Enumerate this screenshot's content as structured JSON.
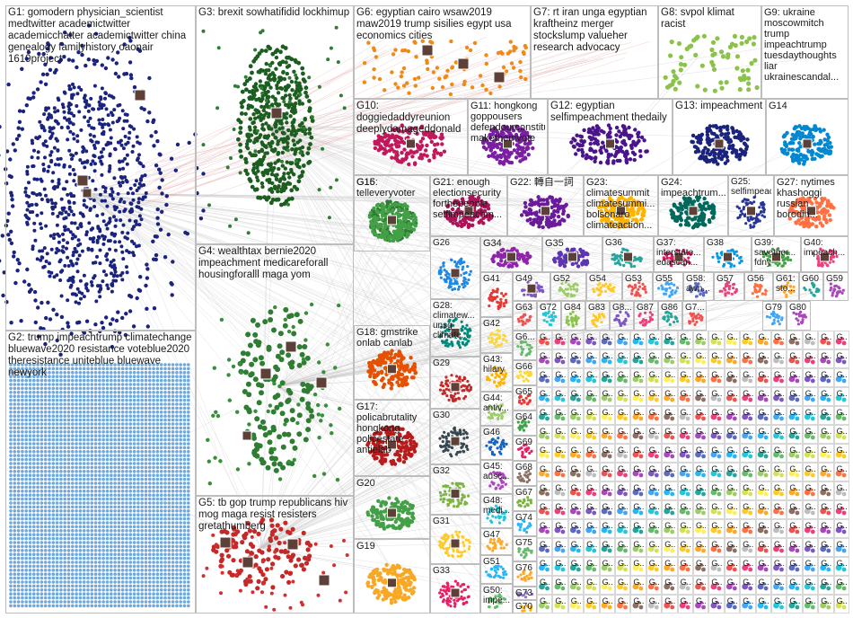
{
  "groups": [
    {
      "id": "G1",
      "label": "G1: gomodern physician_scientist medtwitter academictwitter academicchatter academictwitter china genealogy familyhistory oaonair 1619project",
      "color": "#1a237e"
    },
    {
      "id": "G2",
      "label": "G2: trump impeachtrump climatechange bluewave2020 resistance voteblue2020 theresistance uniteblue bluewave newyork",
      "color": "#6fa8dc"
    },
    {
      "id": "G3",
      "label": "G3: brexit sowhatifidid lockhimup",
      "color": "#1b5e20"
    },
    {
      "id": "G4",
      "label": "G4: wealthtax bernie2020 impeachment medicareforall housingforalll maga yom",
      "color": "#2e7d32"
    },
    {
      "id": "G5",
      "label": "G5: tb gop trump republicans hiv mog maga resist resisters gretathumberg",
      "color": "#c62828"
    },
    {
      "id": "G6",
      "label": "G6: egyptian cairo wsaw2019 maw2019 trump sisilies egypt usa economics cities",
      "color": "#ef8a17"
    },
    {
      "id": "G7",
      "label": "G7: rt iran unga egyptian kraftheinz merger stockslump valueher research advocacy",
      "color": "#f2c12e"
    },
    {
      "id": "G8",
      "label": "G8: svpol klimat racist",
      "color": "#8bc34a"
    },
    {
      "id": "G9",
      "label": "G9: ukraine moscowmitch trump impeachtrump tuesdaythoughts liar ukrainescandal...",
      "color": "#43a047"
    },
    {
      "id": "G10",
      "label": "G10: doggiedaddyreunion deeplydamageddonald",
      "color": "#c2185b"
    },
    {
      "id": "G11",
      "label": "G11: hongkong goppousers defendourconstitution makethemvote",
      "color": "#7b1fa2"
    },
    {
      "id": "G12",
      "label": "G12: egyptian selfimpeachment thedaily",
      "color": "#4a148c"
    },
    {
      "id": "G13",
      "label": "G13: impeachment",
      "color": "#1a237e"
    },
    {
      "id": "G14",
      "label": "G14",
      "color": "#0288d1"
    },
    {
      "id": "G15",
      "label": "G15: telleveryvoter",
      "color": "#2e7d32"
    },
    {
      "id": "G16",
      "label": "G16",
      "color": "#43a047"
    },
    {
      "id": "G17",
      "label": "G17: policabrutality hongkong policestate antielab",
      "color": "#b71c1c"
    },
    {
      "id": "G18",
      "label": "G18: gmstrike onlab canlab",
      "color": "#e65100"
    },
    {
      "id": "G19",
      "label": "G19",
      "color": "#f9a825"
    },
    {
      "id": "G20",
      "label": "G20",
      "color": "#43a047"
    },
    {
      "id": "G21",
      "label": "G21: enough electionsecurity forthepeople selfimpeachm...",
      "color": "#ad1457"
    },
    {
      "id": "G22",
      "label": "G22: 轉自一詞",
      "color": "#6a1b9a"
    },
    {
      "id": "G23",
      "label": "G23: climatesummit climatesummi... bolsonaro climateaction...",
      "color": "#ffb300"
    },
    {
      "id": "G24",
      "label": "G24: impeachtrum...",
      "color": "#00695c"
    },
    {
      "id": "G25",
      "label": "G25: selfimpeach...",
      "color": "#283593"
    },
    {
      "id": "G26",
      "label": "G26",
      "color": "#1e88e5"
    },
    {
      "id": "G27",
      "label": "G27: nytimes khashoggi russian borodin...",
      "color": "#ff7043"
    },
    {
      "id": "G28",
      "label": "G28: climatew... unsg climate...",
      "color": "#00897b"
    },
    {
      "id": "G29",
      "label": "G29",
      "color": "#c62828"
    },
    {
      "id": "G30",
      "label": "G30",
      "color": "#37474f"
    },
    {
      "id": "G31",
      "label": "G31",
      "color": "#ffca28"
    },
    {
      "id": "G32",
      "label": "G32",
      "color": "#7cb342"
    },
    {
      "id": "G33",
      "label": "G33",
      "color": "#e91e63"
    },
    {
      "id": "G34",
      "label": "G34",
      "color": "#8e24aa"
    },
    {
      "id": "G35",
      "label": "G35",
      "color": "#5e35b1"
    },
    {
      "id": "G36",
      "label": "G36",
      "color": "#26a69a"
    },
    {
      "id": "G37",
      "label": "G37: interstate... edascan...",
      "color": "#d81b60"
    },
    {
      "id": "G38",
      "label": "G38",
      "color": "#039be5"
    },
    {
      "id": "G39",
      "label": "G39: savether... fdny",
      "color": "#43a047"
    },
    {
      "id": "G40",
      "label": "G40: impeach...",
      "color": "#ec407a"
    },
    {
      "id": "G41",
      "label": "G41",
      "color": "#e53935"
    },
    {
      "id": "G42",
      "label": "G42",
      "color": "#fdd835"
    },
    {
      "id": "G43",
      "label": "G43: hilary",
      "color": "#ffb300"
    },
    {
      "id": "G44",
      "label": "G44: antiv...",
      "color": "#9ccc65"
    },
    {
      "id": "G45",
      "label": "G45: ausc...",
      "color": "#ab47bc"
    },
    {
      "id": "G46",
      "label": "G46",
      "color": "#1565c0"
    },
    {
      "id": "G47",
      "label": "G47",
      "color": "#ffa726"
    },
    {
      "id": "G48",
      "label": "G48: medi...",
      "color": "#26c6da"
    },
    {
      "id": "G49",
      "label": "G49",
      "color": "#7e57c2"
    },
    {
      "id": "G50",
      "label": "G50: impe...",
      "color": "#66bb6a"
    },
    {
      "id": "G51",
      "label": "G51",
      "color": "#29b6f6"
    },
    {
      "id": "G52",
      "label": "G52",
      "color": "#9ccc65"
    },
    {
      "id": "G53",
      "label": "G53",
      "color": "#ef5350"
    },
    {
      "id": "G54",
      "label": "G54",
      "color": "#ffca28"
    },
    {
      "id": "G55",
      "label": "G55",
      "color": "#42a5f5"
    },
    {
      "id": "G56",
      "label": "G56",
      "color": "#ff7043"
    },
    {
      "id": "G57",
      "label": "G57",
      "color": "#ec407a"
    },
    {
      "id": "G58",
      "label": "G58: awn...",
      "color": "#5c6bc0"
    },
    {
      "id": "G59",
      "label": "G59",
      "color": "#ab47bc"
    },
    {
      "id": "G60",
      "label": "G60",
      "color": "#26a69a"
    },
    {
      "id": "G61",
      "label": "G61: sto...",
      "color": "#ffa726"
    },
    {
      "id": "G62",
      "label": "G6...",
      "color": "#66bb6a"
    },
    {
      "id": "G63",
      "label": "G63",
      "color": "#ef5350"
    },
    {
      "id": "G64",
      "label": "G64",
      "color": "#43a047"
    },
    {
      "id": "G65",
      "label": "G65",
      "color": "#e53935"
    },
    {
      "id": "G66",
      "label": "G66",
      "color": "#fdd835"
    },
    {
      "id": "G67",
      "label": "G67",
      "color": "#7cb342"
    },
    {
      "id": "G68",
      "label": "G68",
      "color": "#8d6e63"
    },
    {
      "id": "G69",
      "label": "G69",
      "color": "#e91e63"
    },
    {
      "id": "G70",
      "label": "G70",
      "color": "#ffb300"
    },
    {
      "id": "G72",
      "label": "G72",
      "color": "#26c6da"
    },
    {
      "id": "G73",
      "label": "G73",
      "color": "#9575cd"
    },
    {
      "id": "G74",
      "label": "G74",
      "color": "#29b6f6"
    },
    {
      "id": "G75",
      "label": "G75",
      "color": "#66bb6a"
    },
    {
      "id": "G76",
      "label": "G76",
      "color": "#ffa726"
    },
    {
      "id": "G77",
      "label": "G7...",
      "color": "#ef5350"
    },
    {
      "id": "G79",
      "label": "G79",
      "color": "#42a5f5"
    },
    {
      "id": "G80",
      "label": "G80",
      "color": "#ab47bc"
    },
    {
      "id": "G83",
      "label": "G83",
      "color": "#ffca28"
    },
    {
      "id": "G84",
      "label": "G84",
      "color": "#8bc34a"
    },
    {
      "id": "G86",
      "label": "G86",
      "color": "#26a69a"
    },
    {
      "id": "G87",
      "label": "G87",
      "color": "#ec407a"
    },
    {
      "id": "G88",
      "label": "G8...",
      "color": "#7e57c2"
    }
  ],
  "mini_group_label": "G...",
  "mini_palette": [
    "#ef5350",
    "#ec407a",
    "#ab47bc",
    "#7e57c2",
    "#5c6bc0",
    "#42a5f5",
    "#29b6f6",
    "#26c6da",
    "#26a69a",
    "#66bb6a",
    "#9ccc65",
    "#d4e157",
    "#ffee58",
    "#ffca28",
    "#ffa726",
    "#ff7043",
    "#8d6e63",
    "#bdbdbd"
  ],
  "edge_color": "#c9c9c9"
}
